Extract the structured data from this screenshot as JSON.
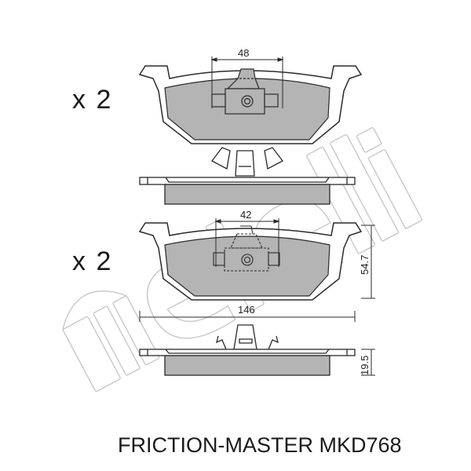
{
  "diagram": {
    "watermark": "metelli",
    "pads": [
      {
        "id": "pad-1",
        "quantity_label": "x 2",
        "clip_spacing_dimension": "48",
        "side_view": true
      },
      {
        "id": "pad-2",
        "quantity_label": "x 2",
        "clip_spacing_dimension": "42",
        "width_dimension": "146",
        "height_dimension": "54.7",
        "thickness_dimension": "19.5",
        "side_view": true
      }
    ],
    "caption": "FRICTION-MASTER MKD768",
    "colors": {
      "friction_fill": "#b4b4b4",
      "outline": "#2a2a2a",
      "watermark_stroke": "#c8c8c8",
      "background": "#ffffff"
    }
  }
}
